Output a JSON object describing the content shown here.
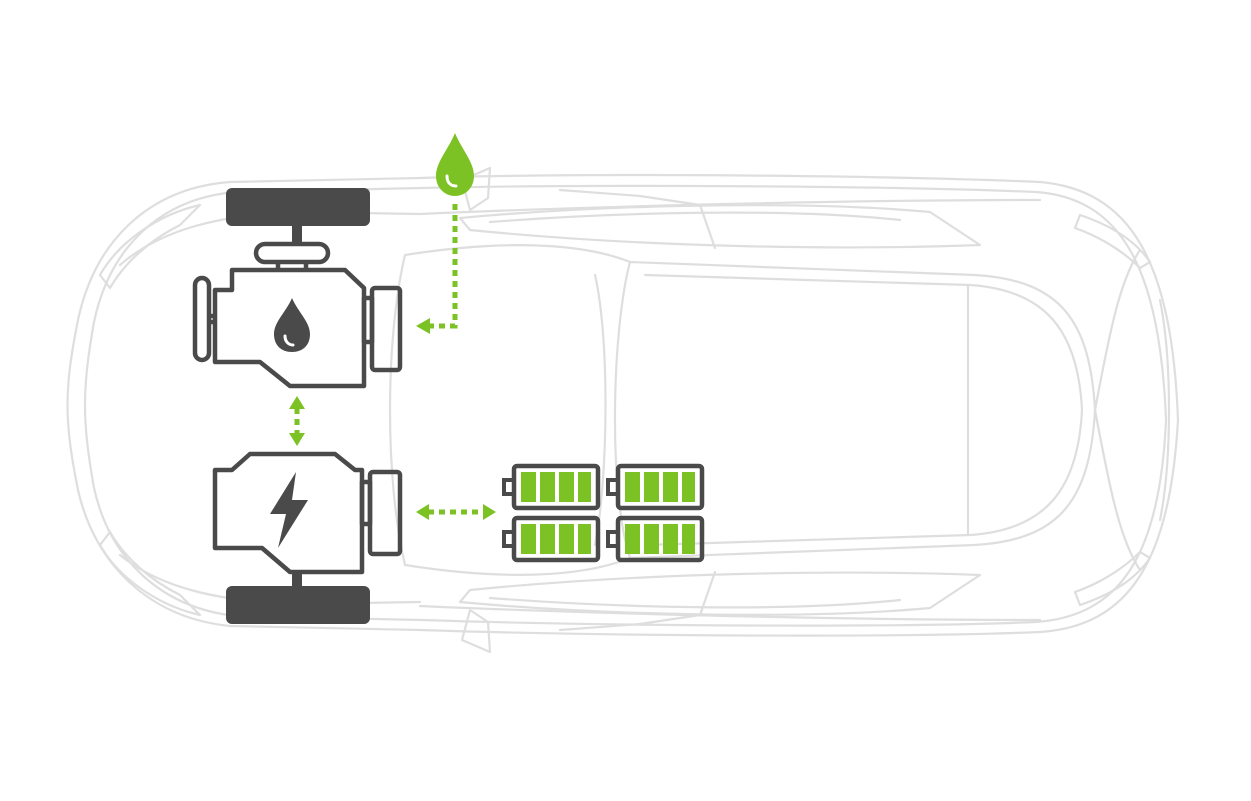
{
  "diagram": {
    "type": "hybrid-powertrain",
    "components": [
      {
        "id": "fuel-source",
        "icon": "fuel-drop-icon"
      },
      {
        "id": "combustion-engine",
        "icon": "engine-oil-drop-icon"
      },
      {
        "id": "electric-motor",
        "icon": "lightning-bolt-icon"
      },
      {
        "id": "battery-pack",
        "icon": "battery-icon",
        "modules": 4,
        "charge_bars_per_module": 4
      },
      {
        "id": "front-wheel",
        "icon": "tire-icon"
      },
      {
        "id": "rear-wheel",
        "icon": "tire-icon"
      }
    ],
    "flows": [
      {
        "from": "fuel-source",
        "to": "combustion-engine",
        "direction": "one-way"
      },
      {
        "from": "combustion-engine",
        "to": "electric-motor",
        "direction": "two-way"
      },
      {
        "from": "electric-motor",
        "to": "battery-pack",
        "direction": "two-way"
      }
    ]
  },
  "colors": {
    "accent": "#7cc224",
    "icon_dark": "#4a4a4a",
    "car_outline": "#dedede",
    "background": "#ffffff"
  }
}
